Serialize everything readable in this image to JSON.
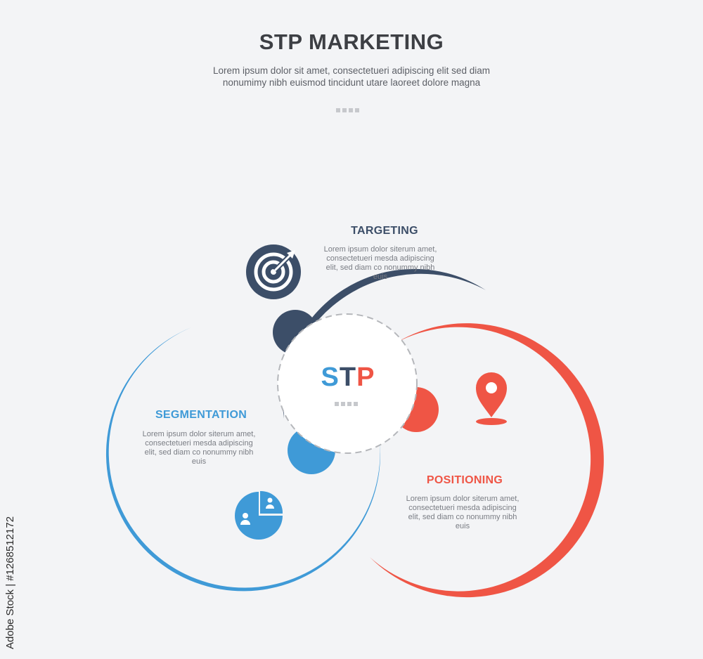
{
  "title": "STP MARKETING",
  "subtitle": "Lorem ipsum dolor sit amet, consectetueri adipiscing elit sed diam nonumimy nibh euismod tincidunt utare laoreet dolore magna",
  "center": {
    "s": "S",
    "t": "T",
    "p": "P"
  },
  "colors": {
    "segmentation": "#3f9ad7",
    "targeting": "#3c4e68",
    "positioning": "#ef5545"
  },
  "targeting": {
    "label": "TARGETING",
    "text": "Lorem ipsum dolor siterum amet, consectetueri mesda adipiscing elit, sed diam co nonummy nibh euis",
    "icon": "target-icon"
  },
  "segmentation": {
    "label": "SEGMENTATION",
    "text": "Lorem ipsum dolor siterum amet, consectetueri mesda adipiscing elit, sed diam co nonummy nibh euis",
    "icon": "pie-chart-users-icon"
  },
  "positioning": {
    "label": "POSITIONING",
    "text": "Lorem ipsum dolor siterum amet, consectetueri mesda adipiscing elit, sed diam co nonummy nibh euis",
    "icon": "location-pin-icon"
  },
  "watermark": "Adobe Stock | #1268512172"
}
